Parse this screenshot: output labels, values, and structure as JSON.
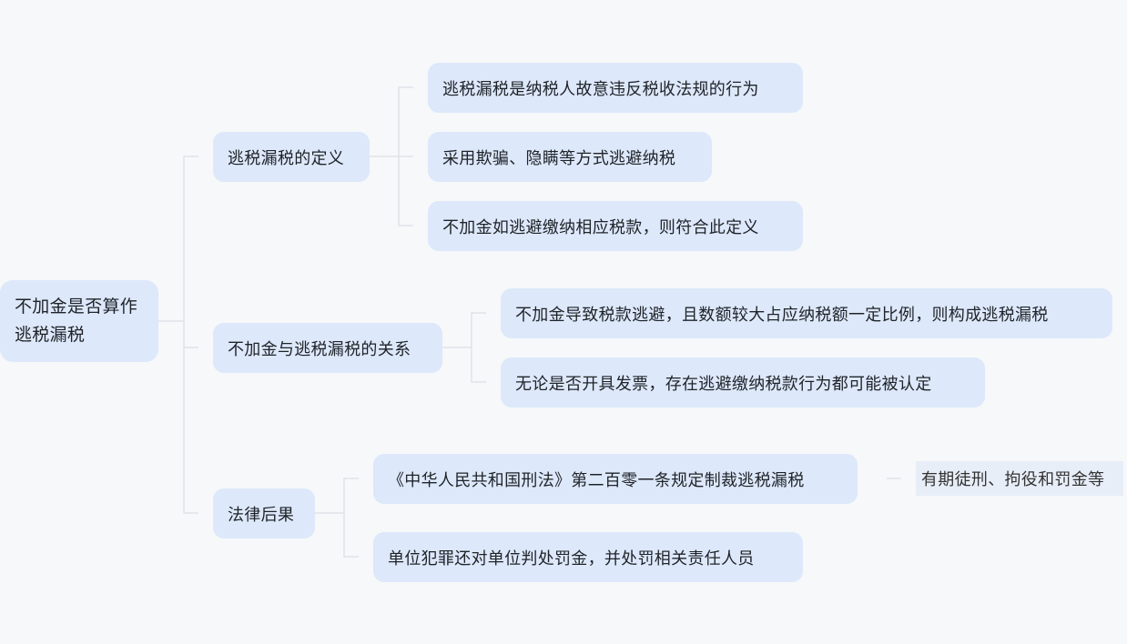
{
  "root": {
    "label": "不加金是否算作逃税漏税"
  },
  "branches": [
    {
      "label": "逃税漏税的定义",
      "children": [
        {
          "label": "逃税漏税是纳税人故意违反税收法规的行为"
        },
        {
          "label": "采用欺骗、隐瞒等方式逃避纳税"
        },
        {
          "label": "不加金如逃避缴纳相应税款，则符合此定义"
        }
      ]
    },
    {
      "label": "不加金与逃税漏税的关系",
      "children": [
        {
          "label": "不加金导致税款逃避，且数额较大占应纳税额一定比例，则构成逃税漏税"
        },
        {
          "label": "无论是否开具发票，存在逃避缴纳税款行为都可能被认定"
        }
      ]
    },
    {
      "label": "法律后果",
      "children": [
        {
          "label": "《中华人民共和国刑法》第二百零一条规定制裁逃税漏税",
          "children": [
            {
              "label": "有期徒刑、拘役和罚金等"
            }
          ]
        },
        {
          "label": "单位犯罪还对单位判处罚金，并处罚相关责任人员"
        }
      ]
    }
  ],
  "colors": {
    "background": "#f7f8fa",
    "node_fill": "#dde8fa",
    "plain_fill": "#e8eef8",
    "connector": "#dfe3e8",
    "text": "#1f2329"
  }
}
